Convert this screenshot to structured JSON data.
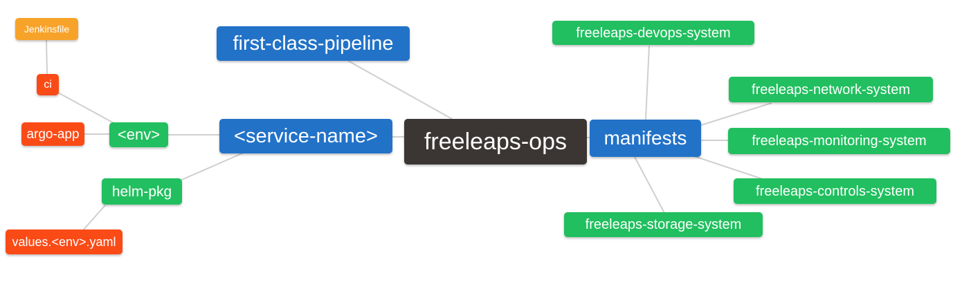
{
  "diagram": {
    "type": "mindmap",
    "root": "freeleaps-ops"
  },
  "colors": {
    "blue_node": "#2272c8",
    "green_node": "#21bf5f",
    "red_node": "#fa4b17",
    "orange_node": "#f7a32a",
    "dark_node": "#3b3634",
    "edge_line": "#cfcfcf",
    "background": "#ffffff",
    "node_text": "#ffffff"
  },
  "nodes": [
    {
      "id": "jenkinsfile",
      "label": "Jenkinsfile",
      "color": "orange"
    },
    {
      "id": "ci",
      "label": "ci",
      "color": "red"
    },
    {
      "id": "argo-app",
      "label": "argo-app",
      "color": "red"
    },
    {
      "id": "env",
      "label": "<env>",
      "color": "green"
    },
    {
      "id": "first-class-pipeline",
      "label": "first-class-pipeline",
      "color": "blue"
    },
    {
      "id": "service-name",
      "label": "<service-name>",
      "color": "blue"
    },
    {
      "id": "freeleaps-ops",
      "label": "freeleaps-ops",
      "color": "dark"
    },
    {
      "id": "manifests",
      "label": "manifests",
      "color": "blue"
    },
    {
      "id": "helm-pkg",
      "label": "helm-pkg",
      "color": "green"
    },
    {
      "id": "values-env-yaml",
      "label": "values.<env>.yaml",
      "color": "red"
    },
    {
      "id": "freeleaps-devops-system",
      "label": "freeleaps-devops-system",
      "color": "green"
    },
    {
      "id": "freeleaps-network-system",
      "label": "freeleaps-network-system",
      "color": "green"
    },
    {
      "id": "freeleaps-monitoring-system",
      "label": "freeleaps-monitoring-system",
      "color": "green"
    },
    {
      "id": "freeleaps-controls-system",
      "label": "freeleaps-controls-system",
      "color": "green"
    },
    {
      "id": "freeleaps-storage-system",
      "label": "freeleaps-storage-system",
      "color": "green"
    }
  ],
  "edges": [
    {
      "from": "jenkinsfile",
      "to": "ci"
    },
    {
      "from": "ci",
      "to": "env"
    },
    {
      "from": "argo-app",
      "to": "env"
    },
    {
      "from": "env",
      "to": "service-name"
    },
    {
      "from": "helm-pkg",
      "to": "service-name"
    },
    {
      "from": "values-env-yaml",
      "to": "helm-pkg"
    },
    {
      "from": "first-class-pipeline",
      "to": "freeleaps-ops"
    },
    {
      "from": "service-name",
      "to": "freeleaps-ops"
    },
    {
      "from": "freeleaps-ops",
      "to": "manifests"
    },
    {
      "from": "manifests",
      "to": "freeleaps-devops-system"
    },
    {
      "from": "manifests",
      "to": "freeleaps-network-system"
    },
    {
      "from": "manifests",
      "to": "freeleaps-monitoring-system"
    },
    {
      "from": "manifests",
      "to": "freeleaps-controls-system"
    },
    {
      "from": "manifests",
      "to": "freeleaps-storage-system"
    }
  ]
}
